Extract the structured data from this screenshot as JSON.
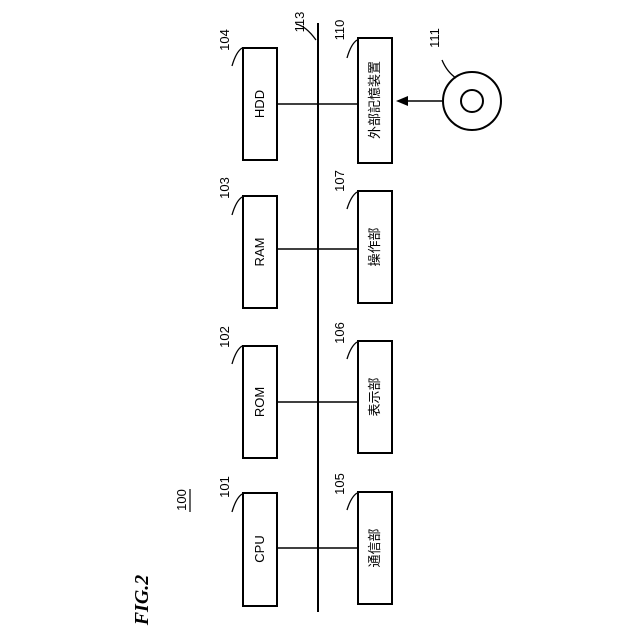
{
  "figure": {
    "label": "FIG.2",
    "system_ref": "100",
    "bus_ref": "113"
  },
  "modules_top": [
    {
      "ref": "101",
      "label": "CPU"
    },
    {
      "ref": "102",
      "label": "ROM"
    },
    {
      "ref": "103",
      "label": "RAM"
    },
    {
      "ref": "104",
      "label": "HDD"
    }
  ],
  "modules_bottom": [
    {
      "ref": "105",
      "label": "通信部"
    },
    {
      "ref": "106",
      "label": "表示部"
    },
    {
      "ref": "107",
      "label": "操作部"
    },
    {
      "ref": "110",
      "label": "外部記憶装置"
    }
  ],
  "media": {
    "ref": "111",
    "icon": "disc-icon"
  }
}
